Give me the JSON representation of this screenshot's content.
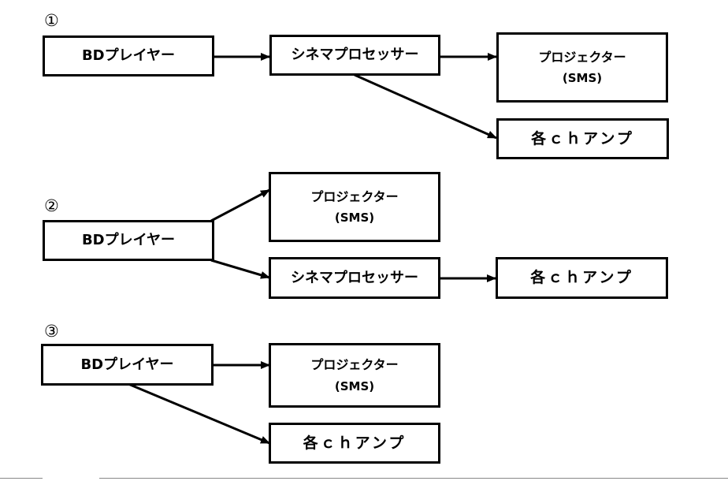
{
  "markers": {
    "d1": "①",
    "d2": "②",
    "d3": "③"
  },
  "labels": {
    "bd_player": "BDプレイヤー",
    "cinema_processor": "シネマプロセッサー",
    "projector": "プロジェクター",
    "projector_sub": "(SMS)",
    "amp": "各ｃｈアンプ"
  }
}
